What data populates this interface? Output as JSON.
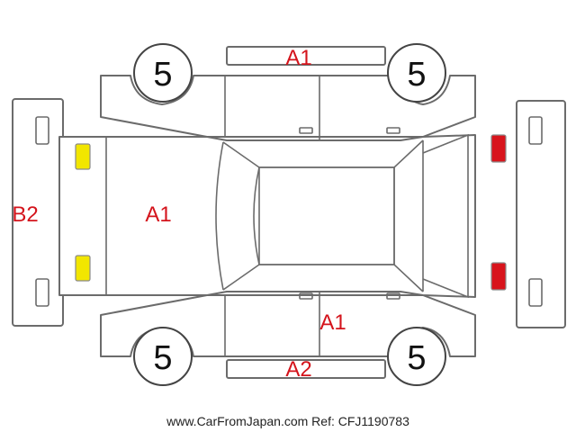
{
  "colors": {
    "outline": "#6b6b6b",
    "code_text": "#d4141c",
    "light_front": "#f2e600",
    "light_rear": "#d8141c"
  },
  "diagram": {
    "codes": {
      "roof_top": "A1",
      "hood": "A1",
      "front_bumper": "B2",
      "bottom_door": "A1",
      "bottom_rocker": "A2"
    },
    "tires": {
      "front_left": "5",
      "rear_left": "5",
      "front_right": "5",
      "rear_right": "5"
    }
  },
  "footer": {
    "text": "www.CarFromJapan.com Ref: CFJ1190783"
  }
}
